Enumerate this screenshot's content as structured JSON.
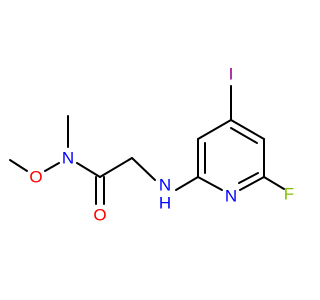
{
  "molecule": {
    "atoms": [
      {
        "id": "I",
        "label": "I",
        "color": "#940094"
      },
      {
        "id": "F",
        "label": "F",
        "color": "#7fbf00"
      },
      {
        "id": "N_ring",
        "label": "N",
        "color": "#0000ff"
      },
      {
        "id": "NH",
        "label": "N",
        "h_label": "H",
        "color": "#0000ff"
      },
      {
        "id": "N_amide",
        "label": "N",
        "color": "#0000ff"
      },
      {
        "id": "O_carbonyl",
        "label": "O",
        "color": "#ff0000"
      },
      {
        "id": "O_methoxy",
        "label": "O",
        "color": "#ff0000"
      }
    ]
  }
}
